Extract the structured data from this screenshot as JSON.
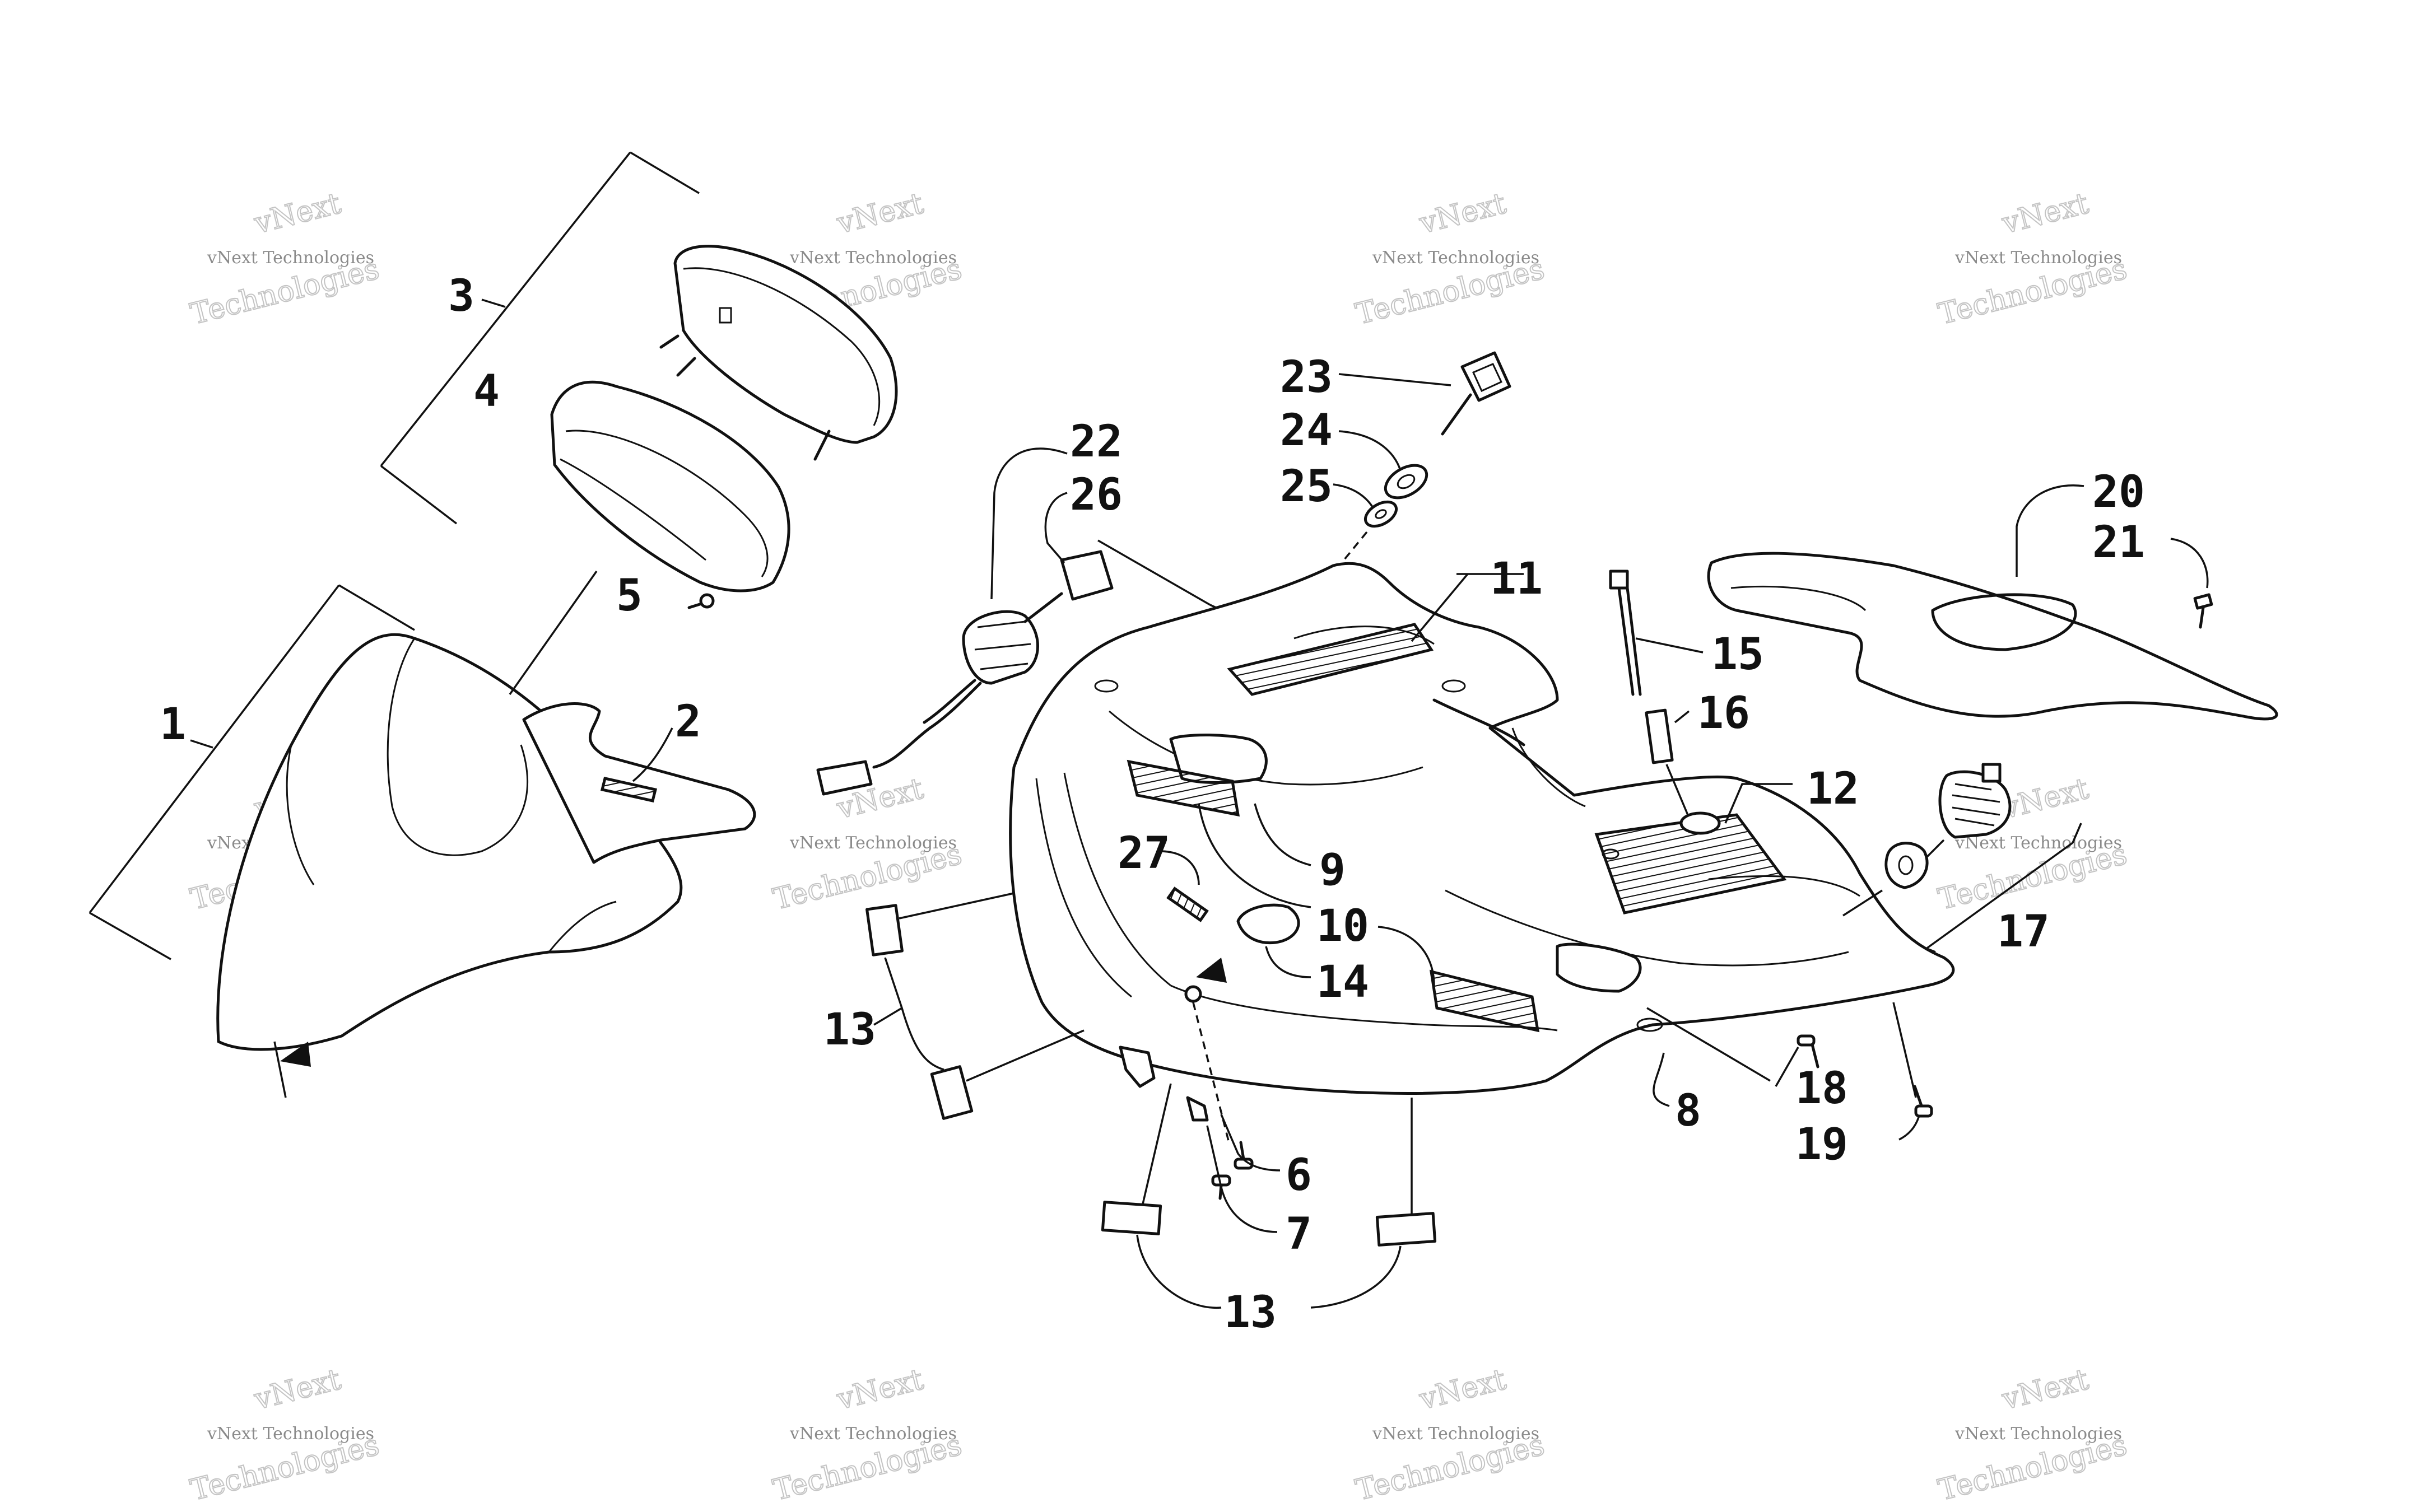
{
  "watermark": {
    "line_small": "vNext Technologies",
    "line_big_1": "vNext",
    "line_big_2": "Technologies"
  },
  "parts": [
    {
      "id": "p1",
      "label": "1"
    },
    {
      "id": "p2",
      "label": "2"
    },
    {
      "id": "p3",
      "label": "3"
    },
    {
      "id": "p4",
      "label": "4"
    },
    {
      "id": "p5",
      "label": "5"
    },
    {
      "id": "p6",
      "label": "6"
    },
    {
      "id": "p7",
      "label": "7"
    },
    {
      "id": "p8",
      "label": "8"
    },
    {
      "id": "p9",
      "label": "9"
    },
    {
      "id": "p10",
      "label": "10"
    },
    {
      "id": "p11",
      "label": "11"
    },
    {
      "id": "p12",
      "label": "12"
    },
    {
      "id": "p13a",
      "label": "13"
    },
    {
      "id": "p13b",
      "label": "13"
    },
    {
      "id": "p14",
      "label": "14"
    },
    {
      "id": "p15",
      "label": "15"
    },
    {
      "id": "p16",
      "label": "16"
    },
    {
      "id": "p17",
      "label": "17"
    },
    {
      "id": "p18",
      "label": "18"
    },
    {
      "id": "p19",
      "label": "19"
    },
    {
      "id": "p20",
      "label": "20"
    },
    {
      "id": "p21",
      "label": "21"
    },
    {
      "id": "p22",
      "label": "22"
    },
    {
      "id": "p23",
      "label": "23"
    },
    {
      "id": "p24",
      "label": "24"
    },
    {
      "id": "p25",
      "label": "25"
    },
    {
      "id": "p26",
      "label": "26"
    },
    {
      "id": "p27",
      "label": "27"
    }
  ]
}
